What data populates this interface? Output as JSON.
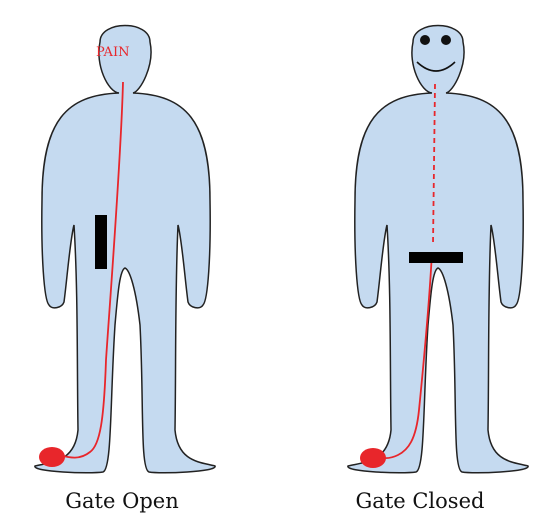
{
  "figures": [
    {
      "caption": "Gate Open",
      "head_label": "PAIN",
      "gate_state": "open"
    },
    {
      "caption": "Gate Closed",
      "gate_state": "closed",
      "face": "smiling"
    }
  ],
  "colors": {
    "body_fill": "#c5daf0",
    "body_stroke": "#222222",
    "nerve": "#e8262b",
    "gate": "#000000"
  }
}
